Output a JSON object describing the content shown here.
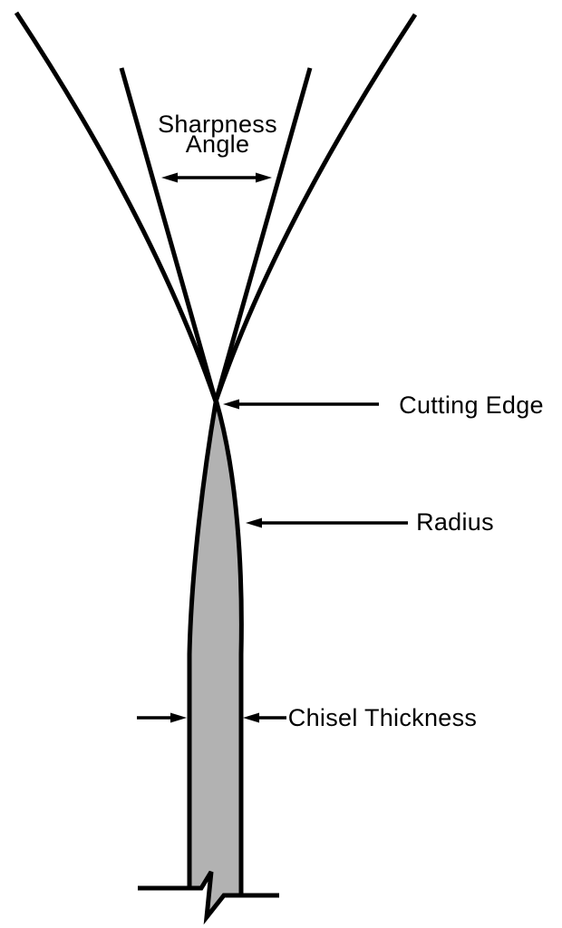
{
  "diagram": {
    "labels": {
      "sharpness_angle_line1": "Sharpness",
      "sharpness_angle_line2": "Angle",
      "cutting_edge": "Cutting Edge",
      "radius": "Radius",
      "chisel_thickness": "Chisel Thickness"
    },
    "colors": {
      "blade_fill": "#b2b2b2",
      "line": "#000000",
      "background": "#ffffff"
    }
  }
}
